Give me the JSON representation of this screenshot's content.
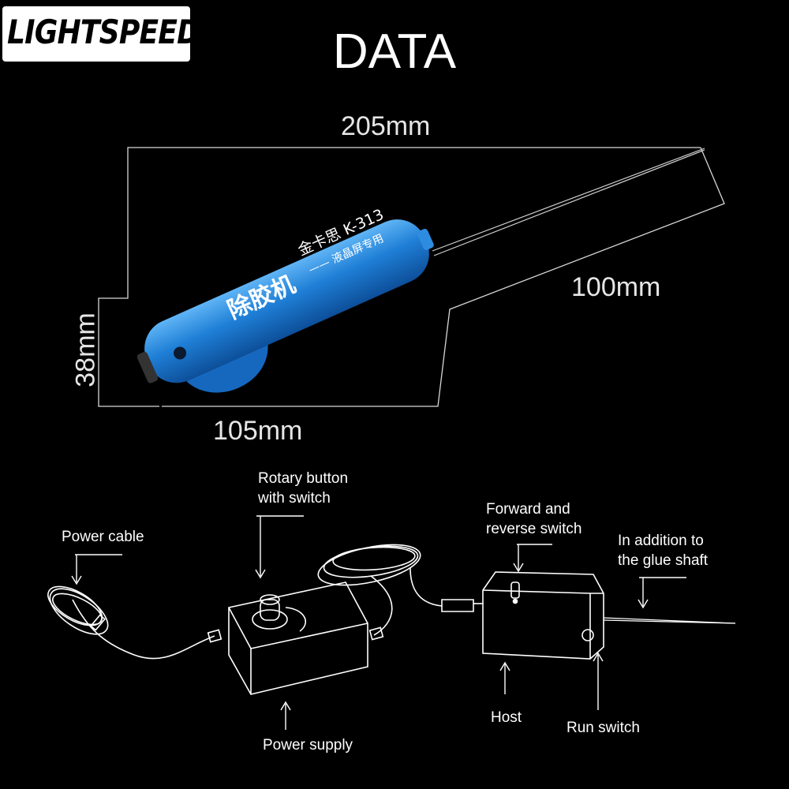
{
  "logo": {
    "text": "LIGHTSPEED"
  },
  "title": "DATA",
  "dimensions": {
    "length_total": "205mm",
    "needle_length": "100mm",
    "diameter": "38mm",
    "body_length": "105mm"
  },
  "tool_print": {
    "name": "除胶机",
    "brand_model": "金卡思  K-313",
    "subtitle": "—— 液晶屏专用"
  },
  "labels": {
    "rotary_1": "Rotary button",
    "rotary_2": "with switch",
    "power_cable": "Power cable",
    "forward_1": "Forward and",
    "forward_2": "reverse switch",
    "glue_1": "In addition to",
    "glue_2": "the glue shaft",
    "host": "Host",
    "run_switch": "Run switch",
    "power_supply": "Power supply"
  },
  "colors": {
    "tool_body": "#1f7fd6",
    "background": "#000000",
    "lines": "#ffffff"
  }
}
